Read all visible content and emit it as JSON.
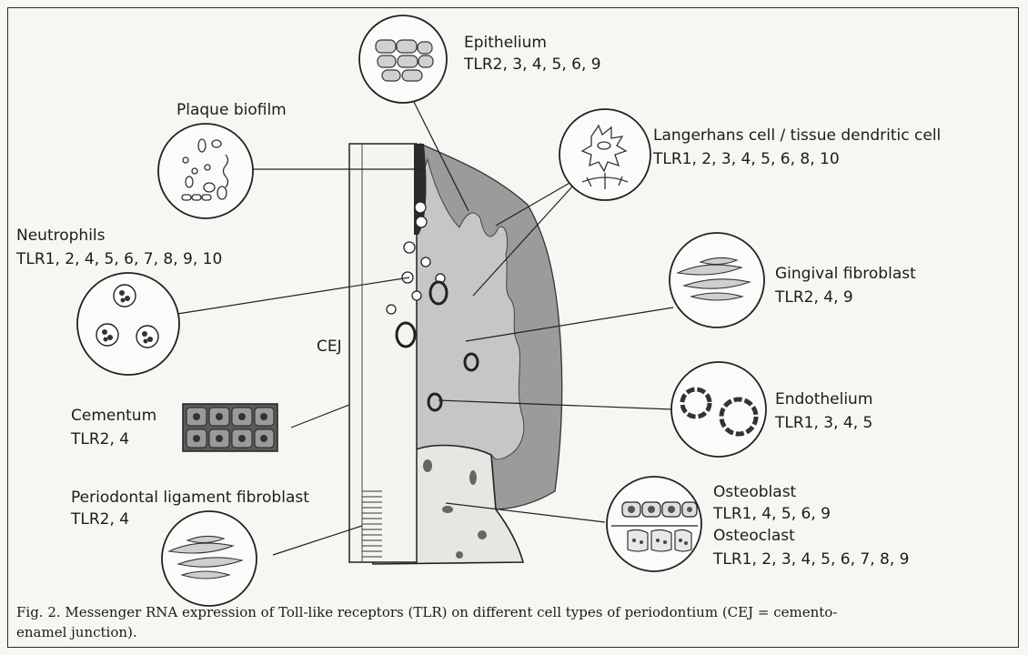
{
  "colors": {
    "tissue_dark": "#8a8a8a",
    "tissue_light": "#b9b9b9",
    "ink": "#1c1c1c",
    "paper": "#f7f6f3"
  },
  "labels": {
    "epithelium_name": "Epithelium",
    "epithelium_tlr": "TLR2, 3, 4, 5, 6, 9",
    "plaque_name": "Plaque biofilm",
    "langerhans_name": "Langerhans cell / tissue dendritic cell",
    "langerhans_tlr": "TLR1, 2, 3, 4, 5, 6, 8, 10",
    "neutrophils_name": "Neutrophils",
    "neutrophils_tlr": "TLR1, 2, 4, 5, 6, 7, 8, 9, 10",
    "gingival_name": "Gingival fibroblast",
    "gingival_tlr": "TLR2, 4, 9",
    "cej": "CEJ",
    "endothelium_name": "Endothelium",
    "endothelium_tlr": "TLR1, 3, 4, 5",
    "cementum_name": "Cementum",
    "cementum_tlr": "TLR2, 4",
    "pdl_name": "Periodontal ligament fibroblast",
    "pdl_tlr": "TLR2, 4",
    "osteoblast_name": "Osteoblast",
    "osteoblast_tlr": "TLR1, 4, 5, 6, 9",
    "osteoclast_name": "Osteoclast",
    "osteoclast_tlr": "TLR1, 2, 3, 4, 5, 6, 7, 8, 9"
  },
  "caption": {
    "line1": "Fig. 2. Messenger RNA expression of Toll-like receptors (TLR) on different cell types of periodontium (CEJ = cemento-",
    "line2": "enamel junction)."
  }
}
